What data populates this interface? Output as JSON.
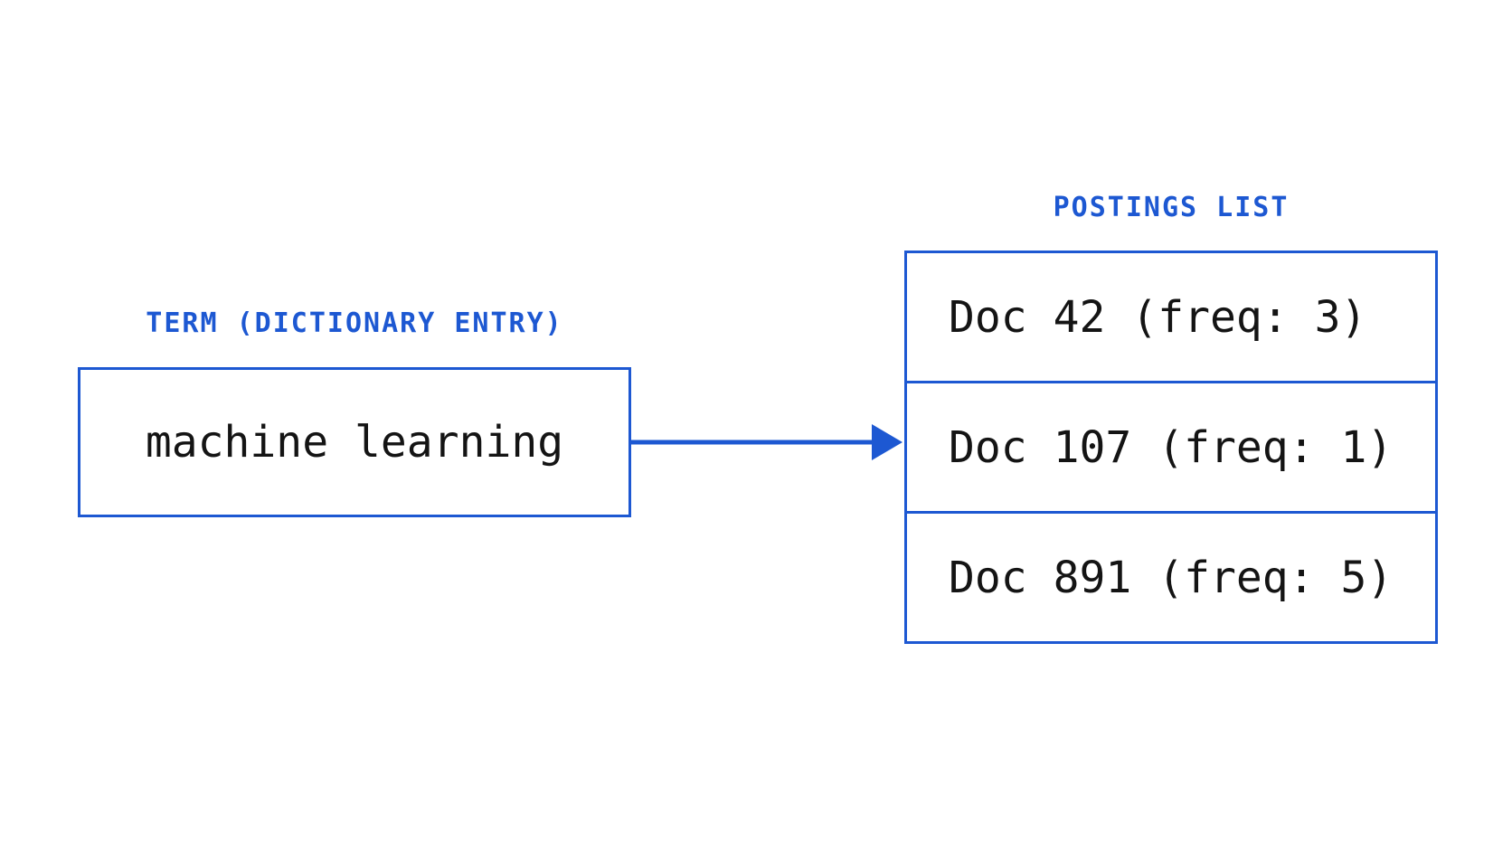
{
  "term_section": {
    "label": "TERM (DICTIONARY ENTRY)",
    "term": "machine learning"
  },
  "postings_section": {
    "label": "POSTINGS LIST",
    "entries": [
      "Doc 42 (freq: 3)",
      "Doc 107 (freq: 1)",
      "Doc 891 (freq: 5)"
    ]
  },
  "colors": {
    "accent_blue": "#1d58d2",
    "text_black": "#141414",
    "background": "#ffffff"
  }
}
